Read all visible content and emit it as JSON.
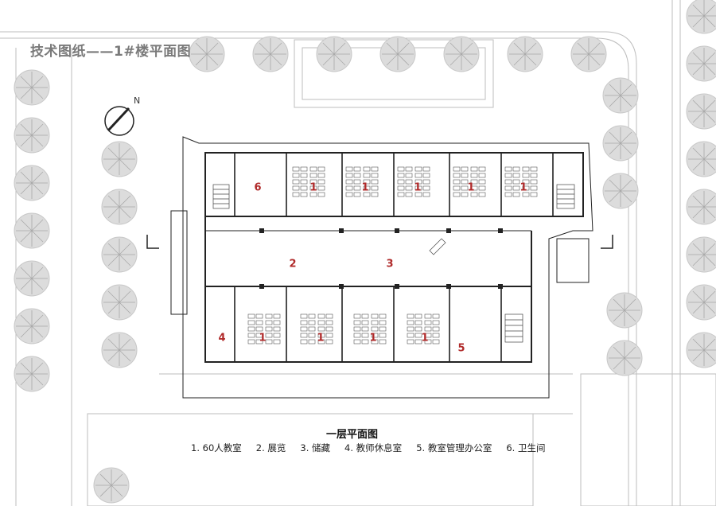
{
  "header": {
    "title": "技术图纸——1#楼平面图"
  },
  "north_arrow": {
    "label": "N"
  },
  "plan": {
    "caption": "一层平面图",
    "room_numbers": [
      "6",
      "1",
      "1",
      "1",
      "1",
      "1",
      "2",
      "3",
      "4",
      "1",
      "1",
      "1",
      "1",
      "5"
    ],
    "legend": [
      "1. 60人教室",
      "2. 展览",
      "3. 储藏",
      "4. 教师休息室",
      "5. 教室管理办公室",
      "6. 卫生间"
    ]
  },
  "colors": {
    "room_number": "#b02a2a",
    "wall": "#222222",
    "tree": "#d9d9d9"
  },
  "icons": [
    "north-arrow-icon",
    "tree-icon",
    "stair-icon"
  ]
}
